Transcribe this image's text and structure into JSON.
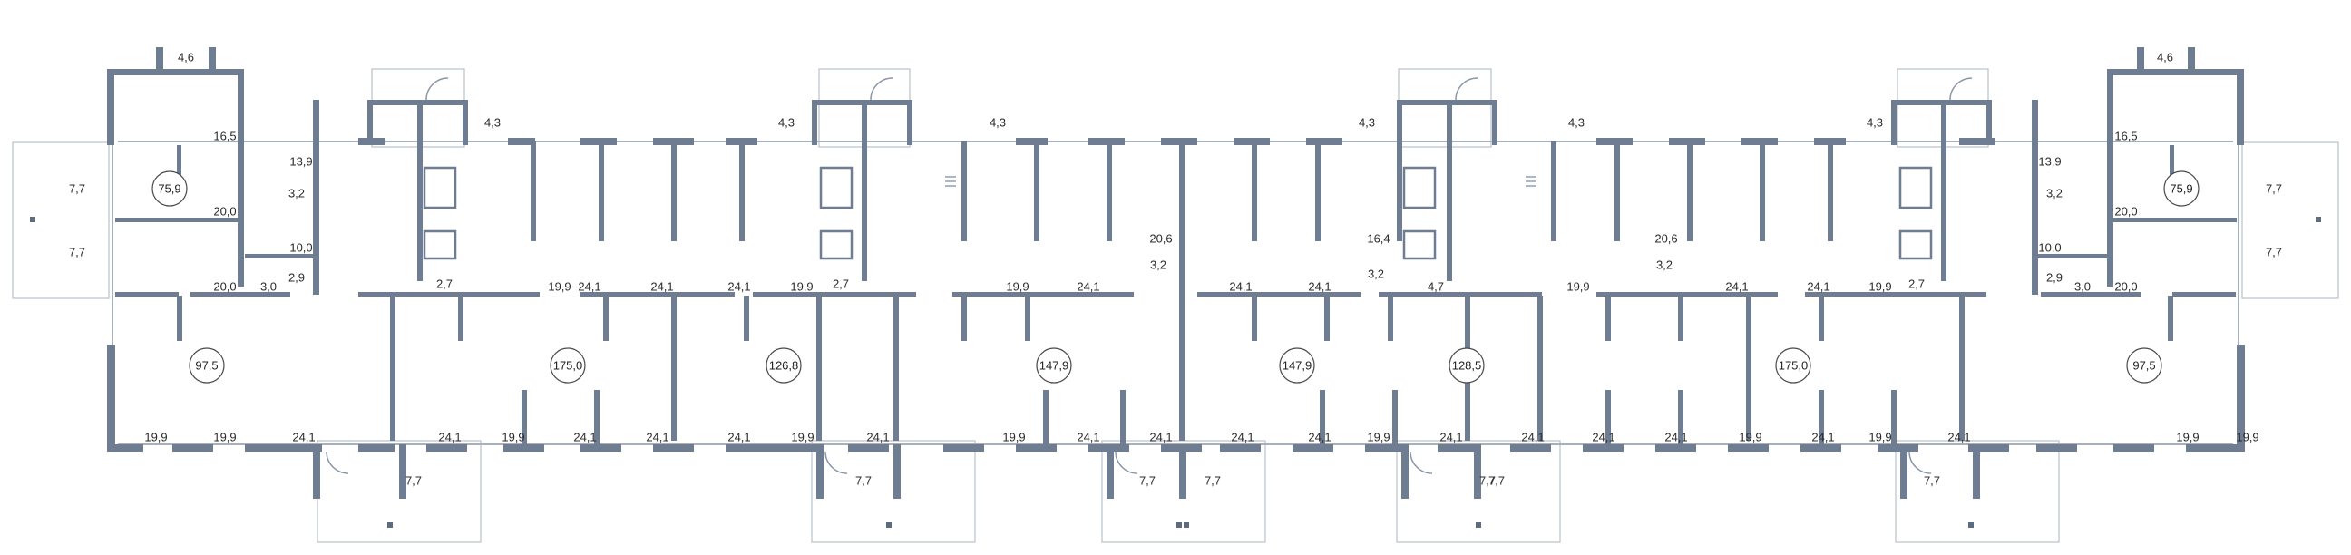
{
  "colors": {
    "wall": "#6f7d93",
    "outline": "#b9c1cc",
    "text": "#2b2b2b",
    "background": "#ffffff"
  },
  "room_areas": [
    "75,9",
    "97,5",
    "175,0",
    "126,8",
    "147,9",
    "147,9",
    "128,5",
    "175,0",
    "97,5",
    "75,9"
  ],
  "area_labels": [
    "4,6",
    "16,5",
    "13,9",
    "3,2",
    "7,7",
    "7,7",
    "20,0",
    "10,0",
    "20,0",
    "3,0",
    "2,9",
    "4,3",
    "2,7",
    "19,9",
    "24,1",
    "24,1",
    "24,1",
    "4,3",
    "19,9",
    "2,7",
    "4,3",
    "19,9",
    "24,1",
    "20,6",
    "3,2",
    "24,1",
    "24,1",
    "4,3",
    "16,4",
    "3,2",
    "4,7",
    "4,3",
    "19,9",
    "20,6",
    "3,2",
    "24,1",
    "24,1",
    "4,3",
    "19,9",
    "2,7",
    "4,6",
    "16,5",
    "13,9",
    "3,2",
    "7,7",
    "7,7",
    "20,0",
    "10,0",
    "20,0",
    "3,0",
    "2,9",
    "19,9",
    "19,9",
    "24,1",
    "24,1",
    "19,9",
    "24,1",
    "24,1",
    "24,1",
    "19,9",
    "24,1",
    "19,9",
    "24,1",
    "24,1",
    "24,1",
    "24,1",
    "19,9",
    "24,1",
    "24,1",
    "24,1",
    "24,1",
    "19,9",
    "24,1",
    "24,1",
    "19,9",
    "19,9",
    "19,9",
    "7,7",
    "7,7",
    "7,7",
    "7,7",
    "7,7",
    "7,7",
    "7,7"
  ]
}
